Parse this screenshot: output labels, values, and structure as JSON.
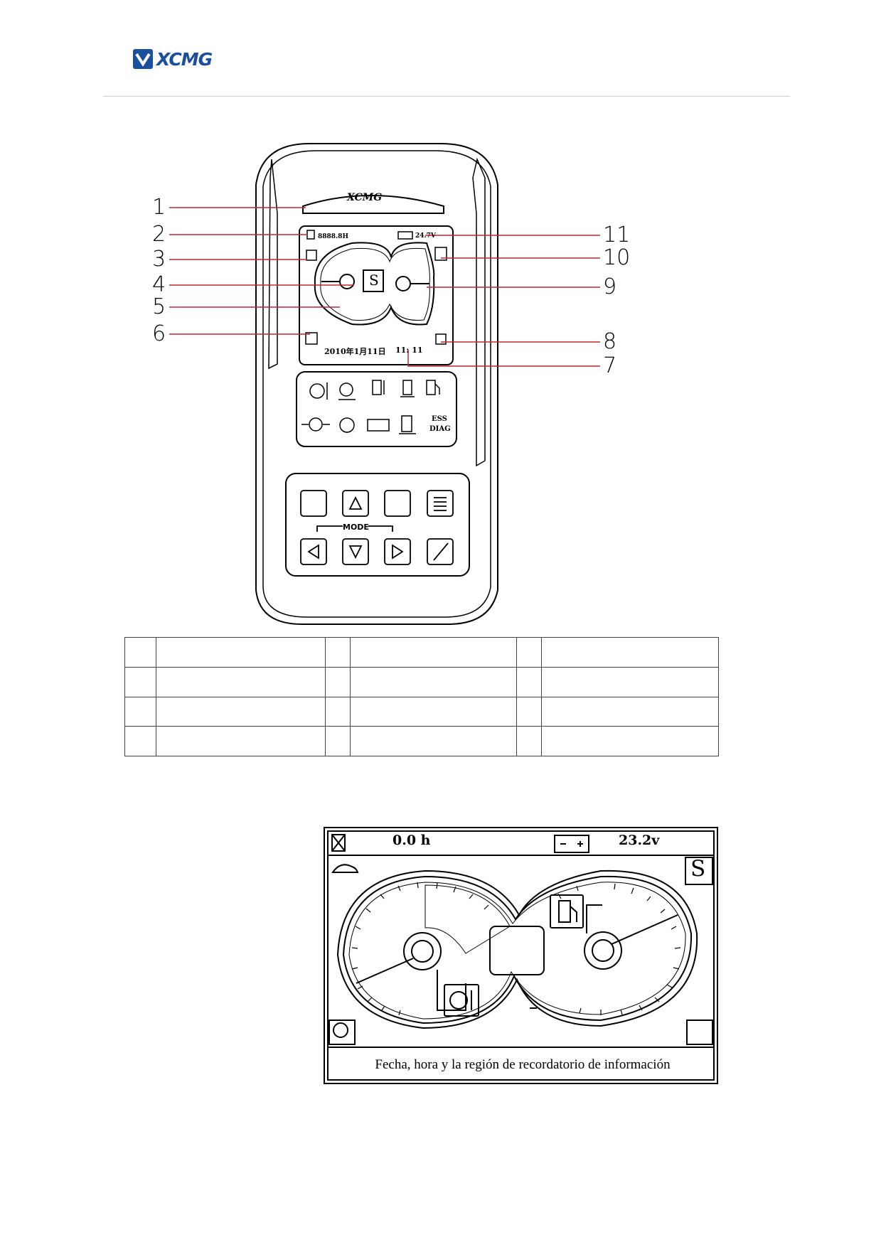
{
  "brand": {
    "logo_text": "XCMG"
  },
  "device": {
    "header_logo": "XCMG",
    "hour_meter": "8888.8H",
    "voltage": "24.7V",
    "mode_letter": "S",
    "date": "2010年1月11日",
    "time": "11: 11",
    "mode_label": "MODE",
    "warning_badge": "ESS\nDIAG",
    "warning_badge_line1": "ESS",
    "warning_badge_line2": "DIAG"
  },
  "callouts": {
    "left": [
      "1",
      "2",
      "3",
      "4",
      "5",
      "6"
    ],
    "right": [
      "11",
      "10",
      "9",
      "8",
      "7"
    ]
  },
  "legend_table": {
    "rows": [
      [
        "",
        "",
        "",
        "",
        "",
        ""
      ],
      [
        "",
        "",
        "",
        "",
        "",
        ""
      ],
      [
        "",
        "",
        "",
        "",
        "",
        ""
      ],
      [
        "",
        "",
        "",
        "",
        "",
        ""
      ]
    ]
  },
  "lcd": {
    "hours": "0.0 h",
    "voltage": "23.2v",
    "mode_letter": "S",
    "caption": "Fecha, hora y la región de recordatorio de información"
  },
  "icons": [
    "hourglass-icon",
    "battery-icon",
    "rabbit-icon",
    "turtle-icon",
    "fuel-icon",
    "coolant-temp-icon",
    "engine-oil-icon",
    "air-filter-icon",
    "menu-icon",
    "arrow-up-icon",
    "arrow-down-icon",
    "arrow-left-icon",
    "arrow-right-icon",
    "mute-icon"
  ]
}
